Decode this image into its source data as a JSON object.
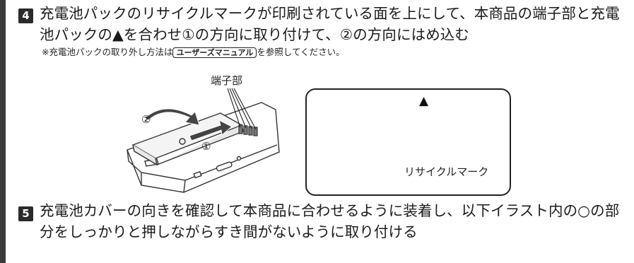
{
  "step4": {
    "number": "4",
    "text": "充電池パックのリサイクルマークが印刷されている面を上にして、本商品の端子部と充電池パックの▲を合わせ①の方向に取り付けて、②の方向にはめ込む",
    "note_before": "※充電池パックの取り外し方法は",
    "note_manual": "ユーザーズマニュアル",
    "note_after": "を参照してください。"
  },
  "illustration": {
    "terminal_label": "端子部",
    "circle_1": "①",
    "circle_2": "②",
    "triangle": "▲",
    "recycle_label": "リサイクルマーク"
  },
  "step5": {
    "number": "5",
    "text": "充電池カバーの向きを確認して本商品に合わせるように装着し、以下イラスト内の○の部分をしっかりと押しながらすき間がないように取り付ける"
  }
}
